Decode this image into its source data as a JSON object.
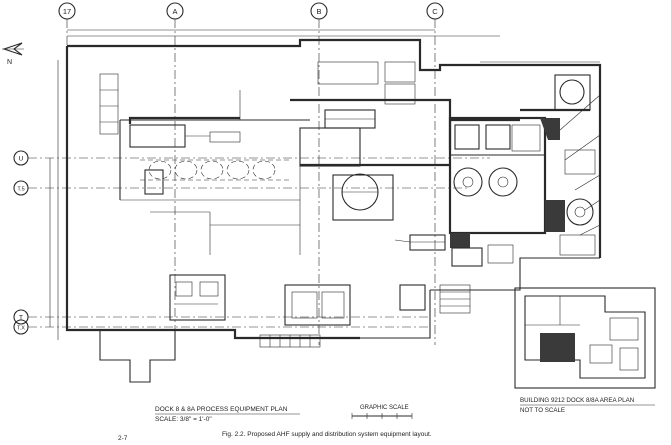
{
  "grid": {
    "columns": [
      "17",
      "A",
      "B",
      "C"
    ],
    "rows": [
      "U",
      "T.5",
      "T",
      "T.X"
    ]
  },
  "main_plan": {
    "title": "DOCK 8 & 8A PROCESS EQUIPMENT PLAN",
    "scale": "SCALE:  3/8\" = 1'-0\""
  },
  "graphic_scale_label": "GRAPHIC SCALE",
  "key_plan": {
    "title": "BUILDING 9212 DOCK 8/8A AREA PLAN",
    "scale": "NOT TO SCALE"
  },
  "caption": "Fig. 2.2.  Proposed AHF supply and distribution system equipment layout.",
  "page_number": "2-7",
  "north_arrow_label": "N",
  "colors": {
    "line": "#2a2a2a",
    "paper": "#ffffff",
    "fill_dark": "#3a3a3a"
  }
}
